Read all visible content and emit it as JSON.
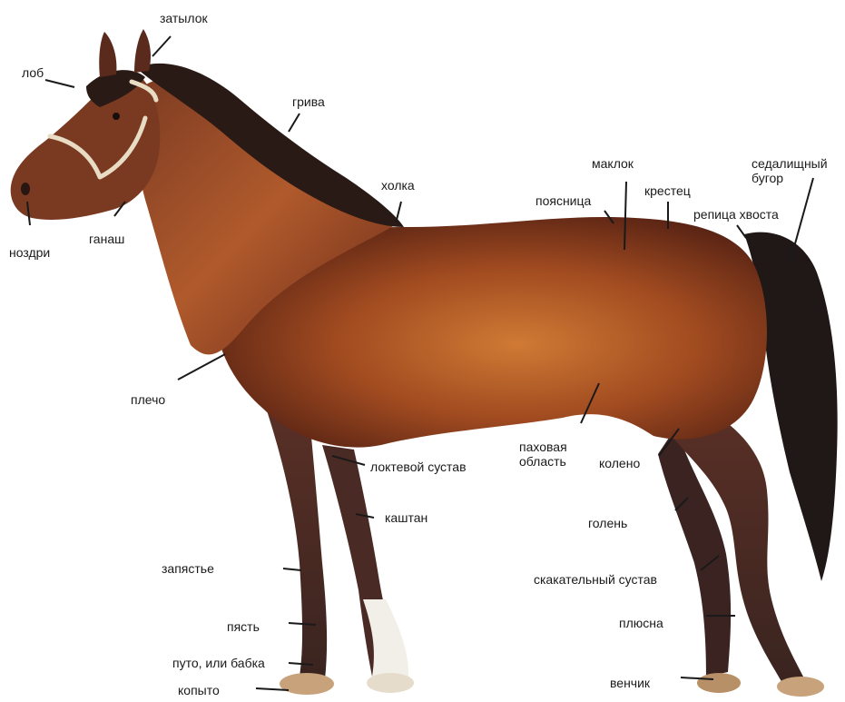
{
  "labels": {
    "zatylok": "затылок",
    "lob": "лоб",
    "griva": "грива",
    "nozdri": "ноздри",
    "ganash": "ганаш",
    "kholka": "холка",
    "maklok": "маклок",
    "poyasnitsa": "поясница",
    "krestets": "крестец",
    "sedalishchny_bugor": "седалищный\nбугор",
    "repitsa_khvosta": "репица хвоста",
    "plecho": "плечо",
    "loktevoy_sustav": "локтевой сустав",
    "pakhovaya_oblast": "паховая\nобласть",
    "koleno": "колено",
    "kashtan": "каштан",
    "golen": "голень",
    "zapyastye": "запястье",
    "skakatelny_sustav": "скакательный сустав",
    "pyast": "пясть",
    "plyusna": "плюсна",
    "puto": "путо, или бабка",
    "kopyto": "копыто",
    "venchik": "венчик"
  },
  "colors": {
    "coat": "#8a3d1c",
    "coat_light": "#c06a2e",
    "coat_dark": "#4a1f12",
    "mane": "#2a1a16",
    "leg": "#3e2620",
    "white_sock": "#f2efe8",
    "hoof": "#c8a27a",
    "leader_line": "#1a1a1a"
  }
}
